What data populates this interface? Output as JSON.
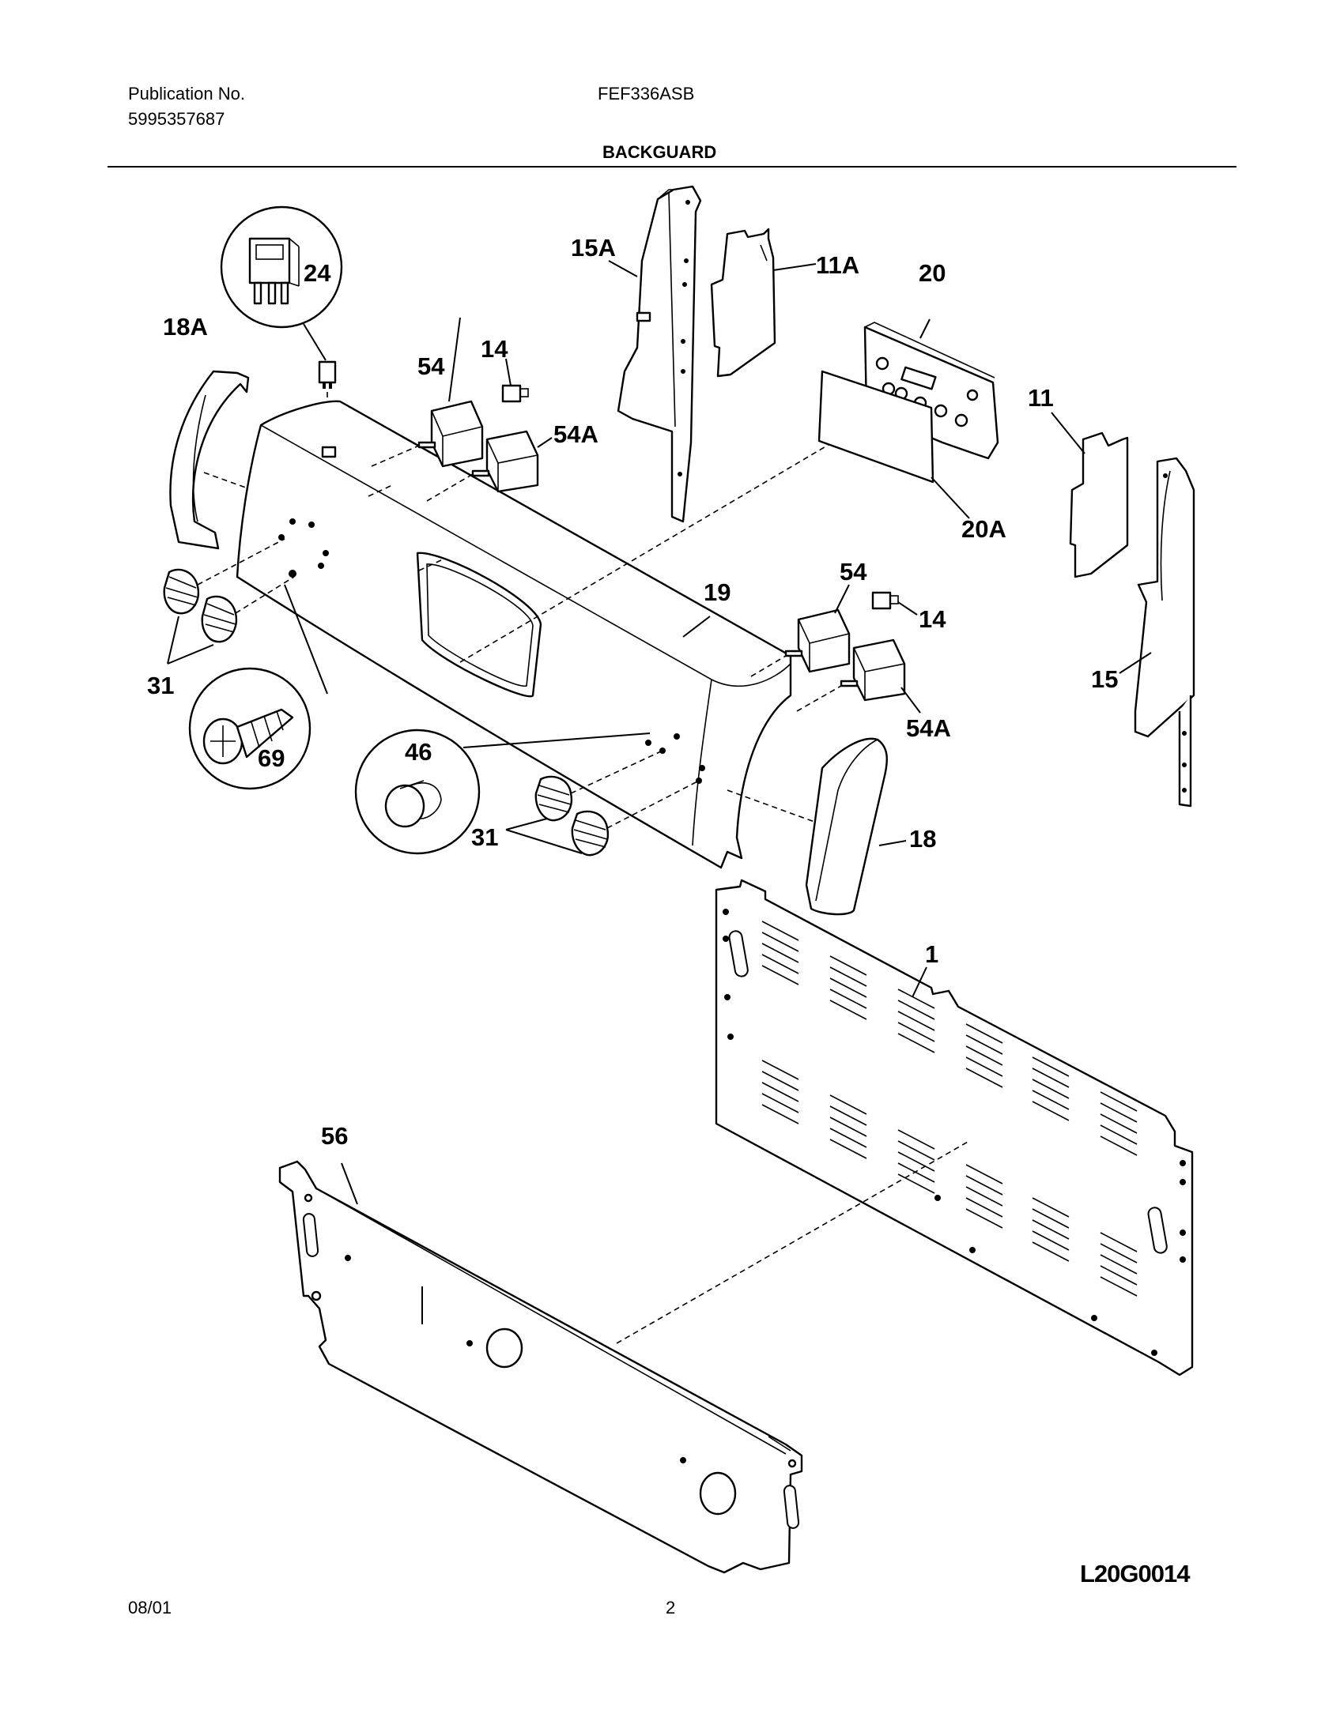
{
  "header": {
    "publication_label": "Publication No.",
    "publication_number": "5995357687",
    "model": "FEF336ASB",
    "section_title": "BACKGUARD"
  },
  "callouts": {
    "c24": "24",
    "c18A": "18A",
    "c54_top": "54",
    "c14_top": "14",
    "c54A_top": "54A",
    "c15A": "15A",
    "c11A": "11A",
    "c20": "20",
    "c11": "11",
    "c20A": "20A",
    "c19": "19",
    "c54_right": "54",
    "c14_right": "14",
    "c15": "15",
    "c31_left": "31",
    "c69": "69",
    "c46": "46",
    "c54A_right": "54A",
    "c18": "18",
    "c31_bottom": "31",
    "c1": "1",
    "c56": "56"
  },
  "drawing_code": "L20G0014",
  "footer": {
    "date": "08/01",
    "page": "2"
  }
}
